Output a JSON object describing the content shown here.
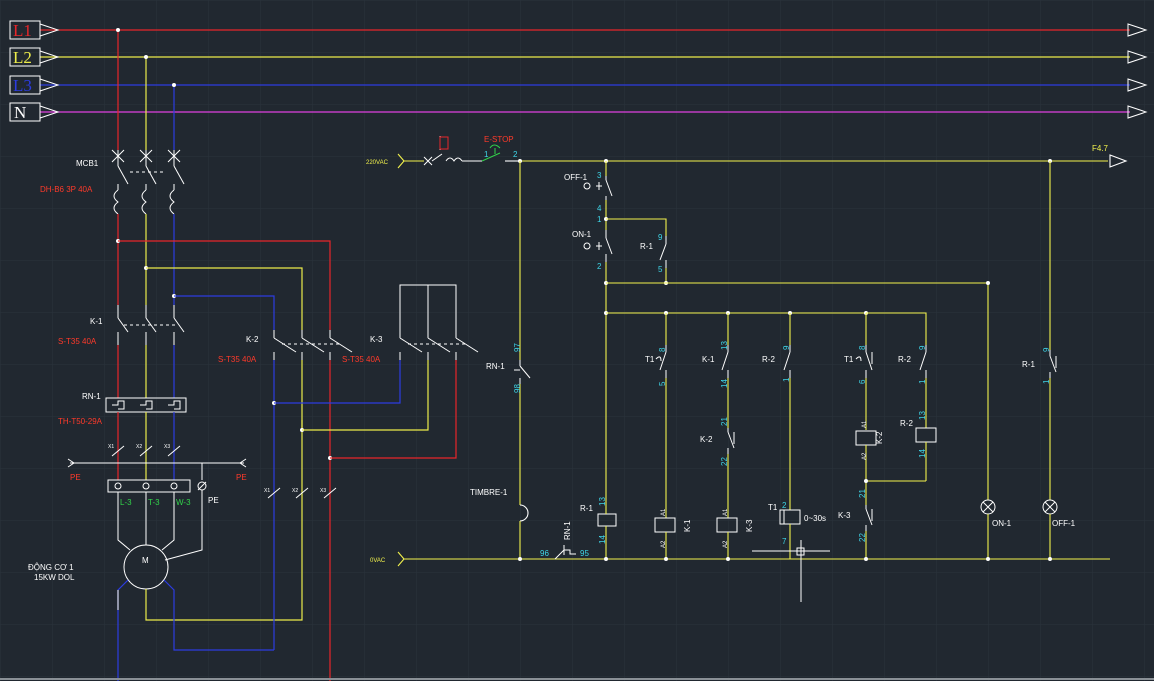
{
  "colors": {
    "background": "#212830",
    "grid": "#2b333c",
    "L1": "#e8262a",
    "L2": "#ecec4a",
    "L3": "#2c3ce0",
    "N": "#e040e0",
    "wire": "#f2f24c",
    "white": "#ffffff",
    "red_text": "#ff3a2a",
    "cyan_text": "#3ed6e8",
    "green": "#32d44a",
    "yellow_text": "#f2f24c"
  },
  "buses": {
    "L1": "L1",
    "L2": "L2",
    "L3": "L3",
    "N": "N"
  },
  "power": {
    "mcb_name": "MCB1",
    "mcb_spec": "DH-B6 3P 40A",
    "k1_name": "K-1",
    "k1_spec": "S-T35 40A",
    "k2_name": "K-2",
    "k2_spec": "S-T35 40A",
    "k3_name": "K-3",
    "k3_spec": "S-T35 40A",
    "rn_name": "RN-1",
    "rn_spec": "TH-T50-29A",
    "pe_left": "PE",
    "pe_right": "PE",
    "pe_term": "PE",
    "x1": "X1",
    "x2": "X2",
    "x3": "X3",
    "terminals": [
      "L-3",
      "T-3",
      "W-3"
    ],
    "motor_symbol": "M",
    "motor_line1": "ĐỘNG CƠ 1",
    "motor_line2": "15KW DOL",
    "y1": "X1",
    "y2": "X2",
    "y3": "X3"
  },
  "control": {
    "supply_top": "220VAC",
    "supply_bottom": "0VAC",
    "estop": "E-STOP",
    "estop_t1": "1",
    "estop_t2": "2",
    "output_ref": "F4.7",
    "off_btn": "OFF-1",
    "off_t3": "3",
    "off_t4": "4",
    "on_btn": "ON-1",
    "on_t1": "1",
    "on_t2": "2",
    "r1_hold": "R-1",
    "r1_t9": "9",
    "r1_t5": "5",
    "rn_aux": "RN-1",
    "rn_t97": "97",
    "rn_t98": "98",
    "timbre": "TIMBRE-1",
    "rn_nc": "RN-1",
    "rn_t96": "96",
    "rn_t95": "95",
    "t1_a": "T1",
    "t1_a_t8": "8",
    "t1_a_t5": "5",
    "k1_aux": "K-1",
    "k1_t13": "13",
    "k1_t14": "14",
    "k2_nc": "K-2",
    "k2_t21": "21",
    "k2_t22": "22",
    "r2_a": "R-2",
    "r2_a_t9": "9",
    "r2_a_t1": "1",
    "t1_b": "T1",
    "t1_b_t8": "8",
    "t1_b_t6": "6",
    "r2_b": "R-2",
    "r2_b_t9": "9",
    "r2_b_t1": "1",
    "k2_coil": "K-2",
    "r2_c": "R-2",
    "r2_c_t13": "13",
    "r2_c_t14": "14",
    "k3_nc": "K-3",
    "k3_t21": "21",
    "k3_t22": "22",
    "r1_coil": "R-1",
    "r1_t13": "13",
    "r1_t14": "14",
    "k1_coil": "K-1",
    "k3_coil": "K-3",
    "a1": "A1",
    "a2": "A2",
    "t1_coil": "T1",
    "t1_time": "0~30s",
    "t1_t2": "2",
    "t1_t7": "7",
    "lamp_on": "ON-1",
    "lamp_off": "OFF-1",
    "r1_out": "R-1",
    "r1_out_t9": "9",
    "r1_out_t1": "1"
  }
}
